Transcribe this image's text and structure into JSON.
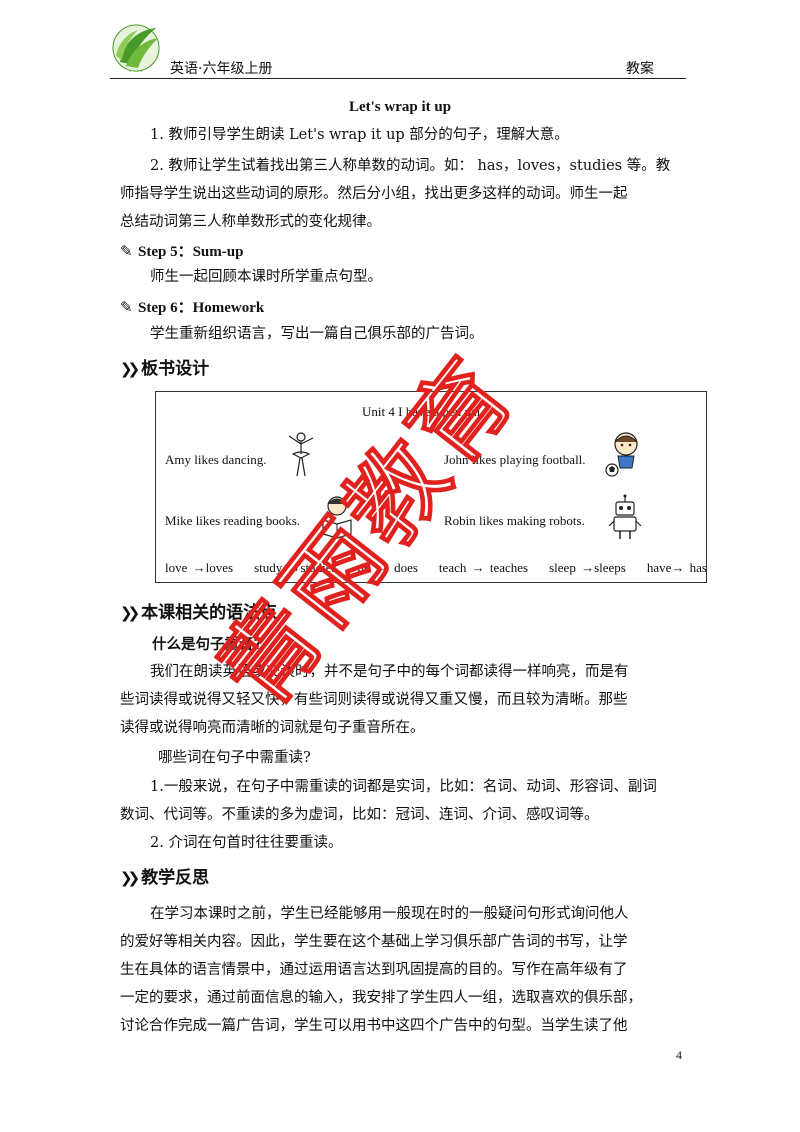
{
  "header": {
    "left": "英语·六年级上册",
    "right": "教案"
  },
  "section_title": "Let's wrap it up",
  "wrap": {
    "line1": "1. 教师引导学生朗读 Let's wrap it up 部分的句子，理解大意。",
    "line2a": "2. 教师让学生试着找出第三人称单数的动词。如： has，loves，studies 等。教",
    "line2b": "师指导学生说出这些动词的原形。然后分小组，找出更多这样的动词。师生一起",
    "line2c": "总结动词第三人称单数形式的变化规律。"
  },
  "step5": {
    "label": "Step 5：Sum-up",
    "text": "师生一起回顾本课时所学重点句型。"
  },
  "step6": {
    "label": "Step 6：Homework",
    "text": "学生重新组织语言，写出一篇自己俱乐部的广告词。"
  },
  "board_section": {
    "title": "板书设计"
  },
  "board": {
    "title": "Unit 4 I have a pen pal",
    "amy": "Amy likes dancing.",
    "john": "John likes playing football.",
    "mike": "Mike likes reading books.",
    "robin": "Robin likes making robots.",
    "verbs": "love →loves    study →studies    do → does    teach → teaches    sleep →sleeps    have→ has"
  },
  "grammar": {
    "title": "本课相关的语法点",
    "q1": "什么是句子重音?",
    "p1a": "我们在朗读英语或交谈时，并不是句子中的每个词都读得一样响亮，而是有",
    "p1b": "些词读得或说得又轻又快，有些词则读得或说得又重又慢，而且较为清晰。那些",
    "p1c": "读得或说得响亮而清晰的词就是句子重音所在。",
    "q2": "哪些词在句子中需重读?",
    "r1a": "1.一般来说，在句子中需重读的词都是实词，比如：名词、动词、形容词、副词",
    "r1b": "数词、代词等。不重读的多为虚词，比如：冠词、连词、介词、感叹词等。",
    "r2": "2. 介词在句首时往往要重读。"
  },
  "reflection": {
    "title": "教学反思",
    "l1": "在学习本课时之前，学生已经能够用一般现在时的一般疑问句形式询问他人",
    "l2": "的爱好等相关内容。因此，学生要在这个基础上学习俱乐部广告词的书写，让学",
    "l3": "生在具体的语言情景中，通过运用语言达到巩固提高的目的。写作在高年级有了",
    "l4": "一定的要求，通过前面信息的输入，我安排了学生四人一组，选取喜欢的俱乐部，",
    "l5": "讨论合作完成一篇广告词，学生可以用书中这四个广告中的句型。当学生读了他"
  },
  "watermark": "青雨教育",
  "page_number": "4",
  "colors": {
    "logo_green": "#4a9a2a",
    "watermark_red": "#e0211d",
    "text": "#111111"
  }
}
